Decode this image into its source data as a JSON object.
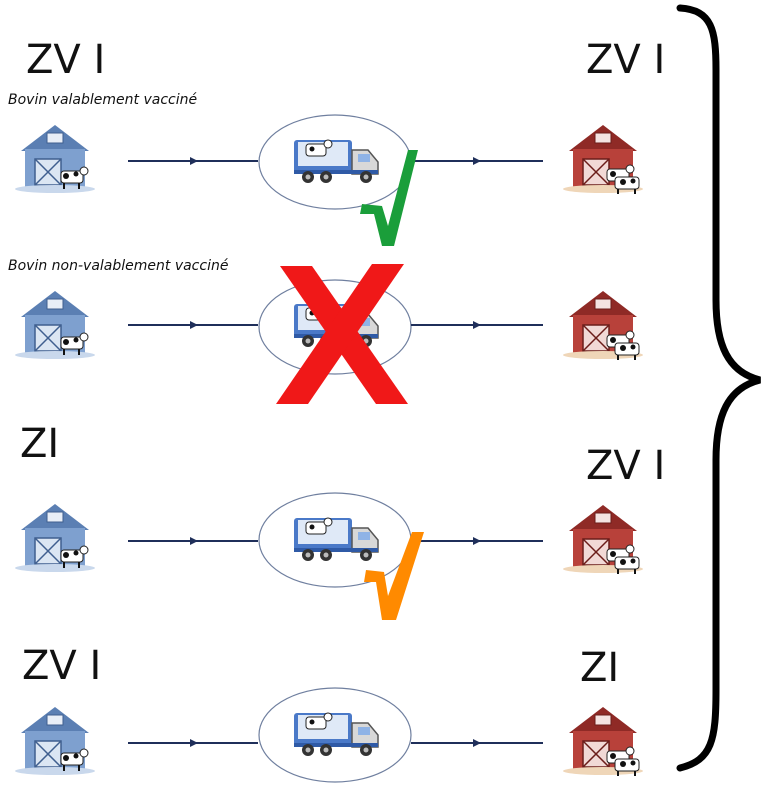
{
  "rows": [
    {
      "origin_zone": "ZV I",
      "destination_zone": "ZV I",
      "caption": "Bovin valablement vacciné",
      "status": "allowed",
      "mark_color": "#1a9e3a"
    },
    {
      "origin_zone": "",
      "destination_zone": "",
      "caption": "Bovin non-valablement vacciné",
      "status": "forbidden",
      "mark_color": "#f01818"
    },
    {
      "origin_zone": "ZI",
      "destination_zone": "ZV I",
      "caption": "",
      "status": "conditional",
      "mark_color": "#ff8a00"
    },
    {
      "origin_zone": "ZV I",
      "destination_zone": "ZI",
      "caption": "",
      "status": "allowed-no-mark",
      "mark_color": ""
    }
  ],
  "icons": {
    "origin": "blue-farm-barn-icon",
    "vehicle": "cattle-truck-icon",
    "destination": "red-farm-barn-icon",
    "grouping": "right-curly-brace"
  },
  "colors": {
    "origin_barn": "#6f93c6",
    "destination_barn": "#b23a34",
    "arrow": "#1f2f5a",
    "brace": "#000000"
  }
}
